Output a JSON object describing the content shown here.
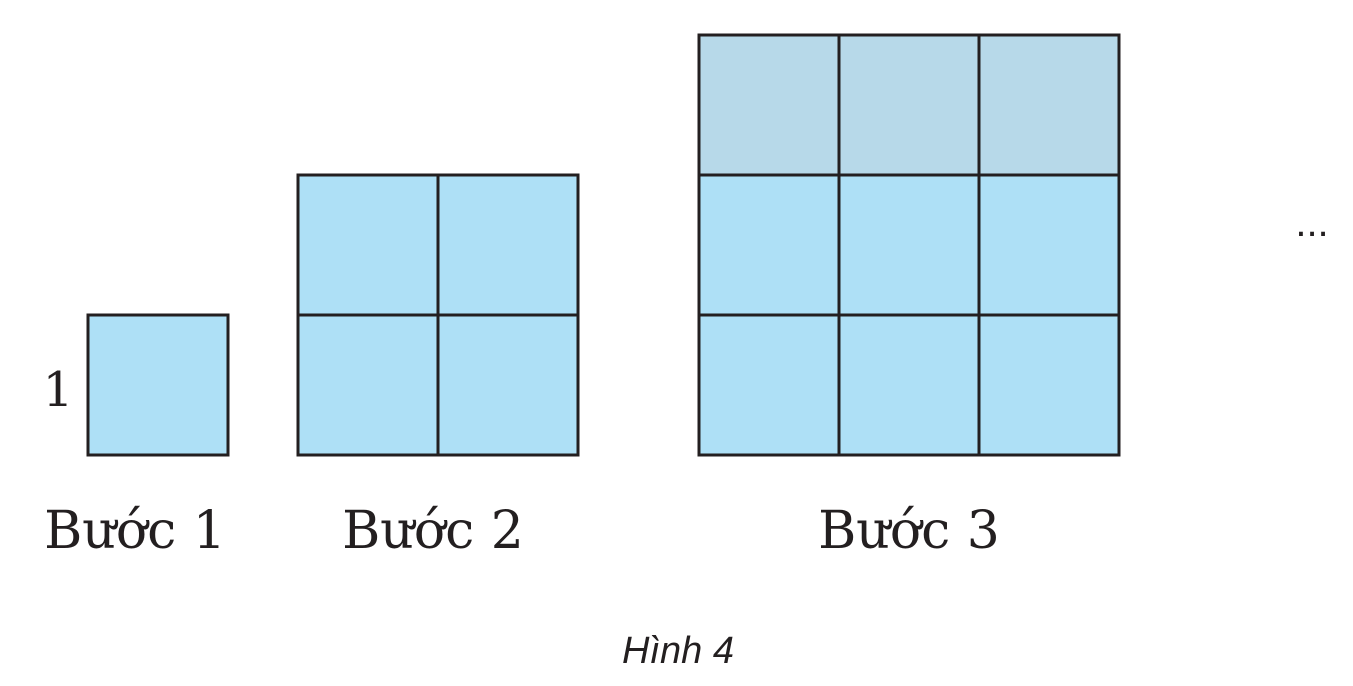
{
  "side_label": "1",
  "continuation": "...",
  "caption": "Hình 4",
  "colors": {
    "fill": "#aee0f6",
    "top_row_tint": "#b7d9e9",
    "stroke": "#231f20"
  },
  "steps": [
    {
      "label": "Bước 1",
      "grid_size": 1
    },
    {
      "label": "Bước 2",
      "grid_size": 2
    },
    {
      "label": "Bước 3",
      "grid_size": 3
    }
  ]
}
